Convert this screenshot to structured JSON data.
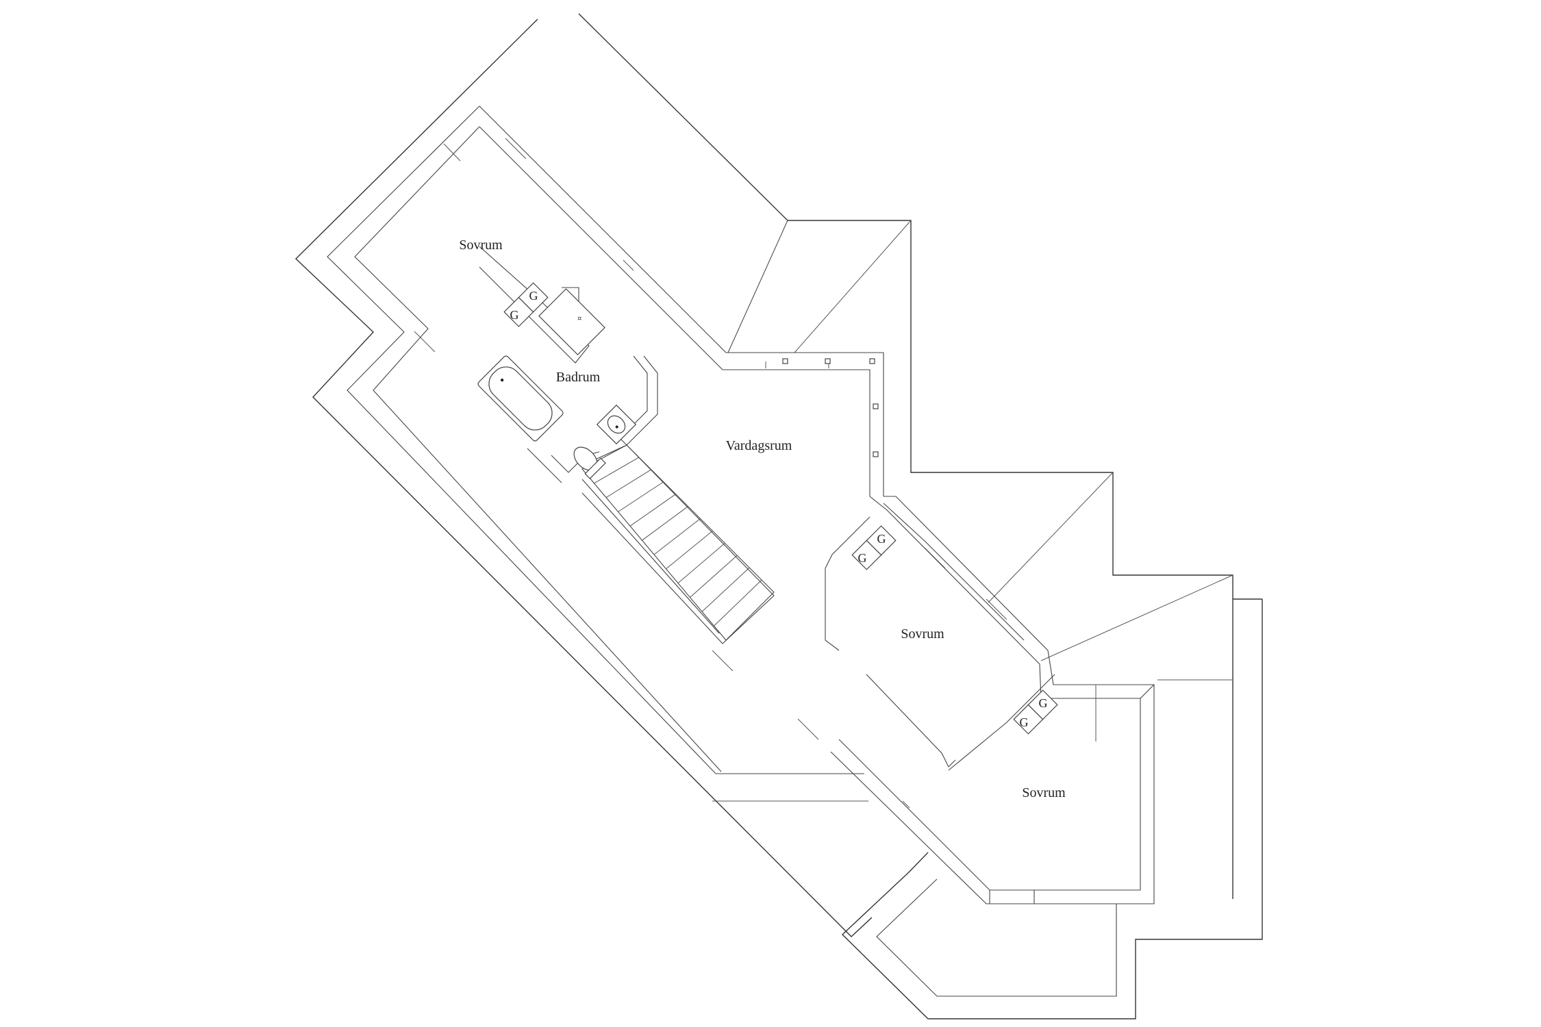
{
  "rooms": {
    "sovrum_top": "Sovrum",
    "badrum": "Badrum",
    "vardagsrum": "Vardagsrum",
    "sovrum_mid": "Sovrum",
    "sovrum_bottom": "Sovrum"
  },
  "markers": {
    "g": "G"
  },
  "colors": {
    "line": "#333333",
    "background": "#ffffff"
  }
}
